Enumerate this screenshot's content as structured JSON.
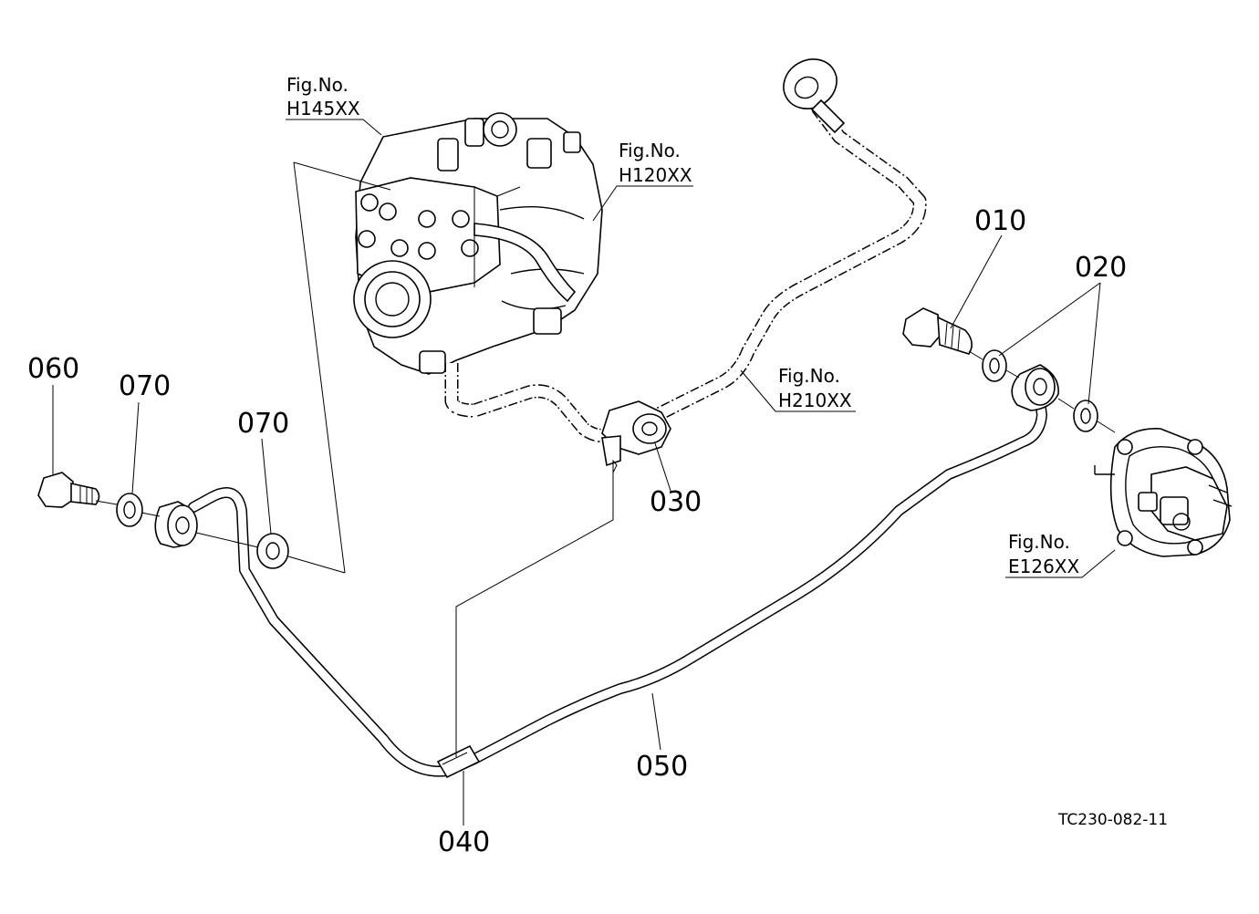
{
  "parts": {
    "p010": "010",
    "p020": "020",
    "p030": "030",
    "p040": "040",
    "p050": "050",
    "p060": "060",
    "p070a": "070",
    "p070b": "070"
  },
  "figure_refs": {
    "h145": {
      "line1": "Fig.No.",
      "line2": "H145XX"
    },
    "h120": {
      "line1": "Fig.No.",
      "line2": "H120XX"
    },
    "h210": {
      "line1": "Fig.No.",
      "line2": "H210XX"
    },
    "e126": {
      "line1": "Fig.No.",
      "line2": "E126XX"
    }
  },
  "drawing_code": "TC230-082-11"
}
